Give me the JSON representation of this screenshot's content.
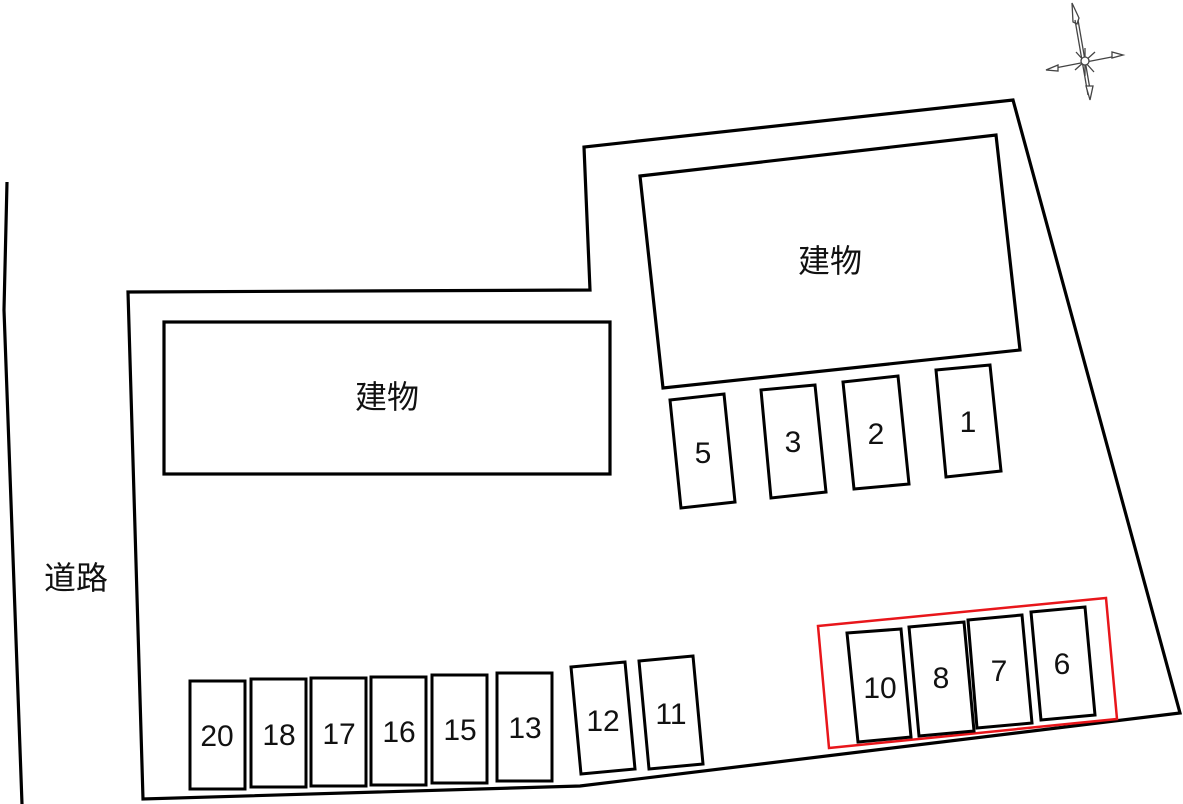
{
  "colors": {
    "line": "#000000",
    "highlight": "#e8161b",
    "background": "#ffffff"
  },
  "compass": {
    "icon": "compass-rose-icon"
  },
  "road": {
    "label": "道路"
  },
  "buildings": [
    {
      "id": "building-left",
      "label": "建物"
    },
    {
      "id": "building-right",
      "label": "建物"
    }
  ],
  "parking": {
    "top_row": [
      {
        "number": "5"
      },
      {
        "number": "3"
      },
      {
        "number": "2"
      },
      {
        "number": "1"
      }
    ],
    "highlighted_group": [
      {
        "number": "10"
      },
      {
        "number": "8"
      },
      {
        "number": "7"
      },
      {
        "number": "6"
      }
    ],
    "bottom_row": [
      {
        "number": "20"
      },
      {
        "number": "18"
      },
      {
        "number": "17"
      },
      {
        "number": "16"
      },
      {
        "number": "15"
      },
      {
        "number": "13"
      },
      {
        "number": "12"
      },
      {
        "number": "11"
      }
    ]
  }
}
